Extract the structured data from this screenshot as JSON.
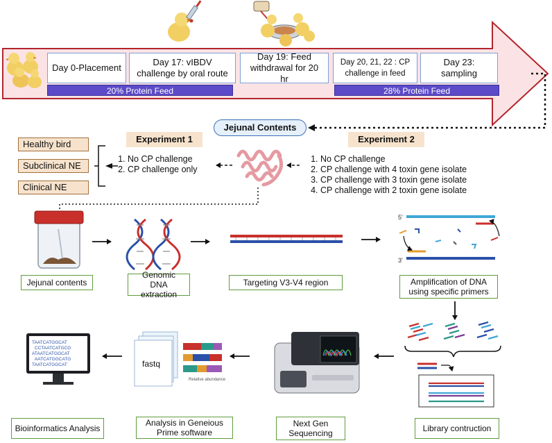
{
  "timeline": {
    "steps": [
      {
        "label": "Day 0-Placement"
      },
      {
        "label": "Day 17: vIBDV challenge by oral route"
      },
      {
        "label": "Day 19: Feed withdrawal for 20 hr"
      },
      {
        "label": "Day 20, 21, 22 : CP challenge in feed"
      },
      {
        "label": "Day 23: sampling"
      }
    ],
    "feed_bars": [
      {
        "label": "20% Protein Feed"
      },
      {
        "label": "28% Protein Feed"
      }
    ]
  },
  "jejunal_contents": "Jejunal Contents",
  "experiment1": {
    "title": "Experiment 1",
    "items": [
      "No CP challenge",
      "CP challenge only"
    ],
    "outcomes": [
      "Healthy bird",
      "Subclinical NE",
      "Clinical NE"
    ]
  },
  "experiment2": {
    "title": "Experiment 2",
    "items": [
      "No CP challenge",
      "CP challenge with 4 toxin gene isolate",
      "CP challenge with 3 toxin gene isolate",
      "CP challenge with 2 toxin gene isolate"
    ]
  },
  "workflow": {
    "row1": [
      "Jejunal contents",
      "Genomic DNA extraction",
      "Targeting V3-V4 region",
      "Amplification of DNA using specific primers"
    ],
    "row2": [
      "Bioinformatics Analysis",
      "Analysis in Geneious Prime software",
      "Next Gen Sequencing",
      "Library contruction"
    ]
  },
  "fastq_label": "fastq",
  "relative_abundance_label": "Relative abundance",
  "strand_labels": {
    "five_prime": "5'",
    "three_prime": "3'"
  },
  "colors": {
    "arrow_fill": "#fbe3e5",
    "arrow_stroke": "#b3242c",
    "feed_bar": "#5b4bc8",
    "box_border": "#7f9fd6",
    "green_border": "#5e9c3c",
    "brown_border": "#a06e3a"
  }
}
